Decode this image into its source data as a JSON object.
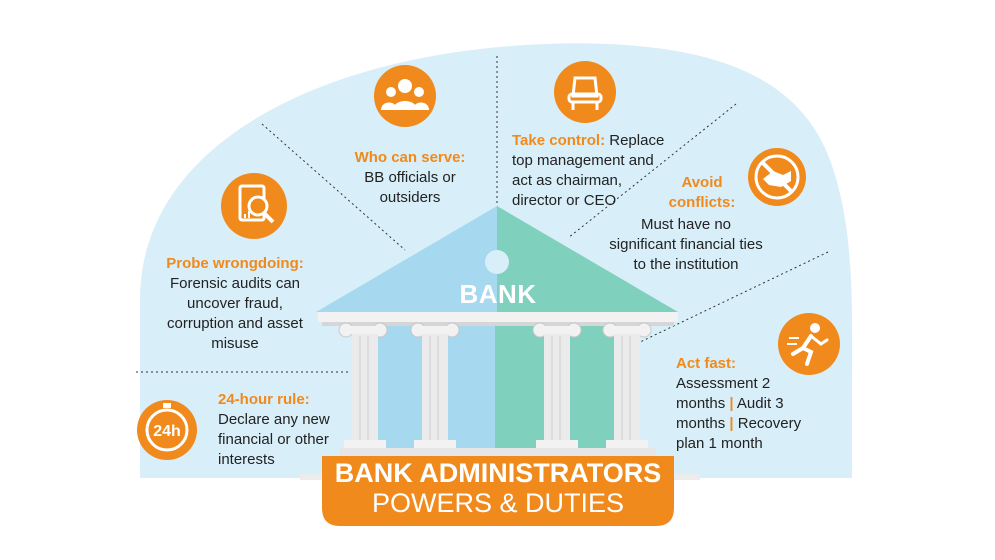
{
  "bank_label": "BANK",
  "banner": {
    "title": "BANK ADMINISTRATORS",
    "subtitle": "POWERS & DUTIES"
  },
  "colors": {
    "background_blob": "#d8eef8",
    "accent": "#f08a1c",
    "roof_left": "#a6d8f0",
    "roof_right": "#7fd0bd",
    "pillar": "#ebebeb",
    "text": "#222222"
  },
  "items": [
    {
      "id": "who-can-serve",
      "icon": "people-icon",
      "label": "Who can serve:",
      "lines": [
        "BB officials or",
        "outsiders"
      ]
    },
    {
      "id": "take-control",
      "icon": "throne-chair-icon",
      "label": "Take control:",
      "first_line_rest": " Replace",
      "lines": [
        "top management and",
        "act as chairman,",
        "director or CEO"
      ]
    },
    {
      "id": "avoid-conflicts",
      "icon": "no-handshake-icon",
      "label_lines": [
        "Avoid",
        "conflicts:"
      ],
      "lines": [
        "Must have no",
        "significant financial ties",
        "to the institution"
      ]
    },
    {
      "id": "probe-wrongdoing",
      "icon": "magnifier-document-icon",
      "label": "Probe wrongdoing:",
      "lines": [
        "Forensic audits can",
        "uncover fraud,",
        "corruption and asset",
        "misuse"
      ]
    },
    {
      "id": "act-fast",
      "icon": "running-person-icon",
      "label": "Act fast:",
      "lines": [
        "Assessment 2",
        "months",
        "Audit 3",
        "months",
        "Recovery",
        "plan 1 month"
      ]
    },
    {
      "id": "24-hour-rule",
      "icon": "clock-24h-icon",
      "icon_text": "24h",
      "label": "24-hour rule:",
      "lines": [
        "Declare any new",
        "financial or other",
        "interests"
      ]
    }
  ]
}
